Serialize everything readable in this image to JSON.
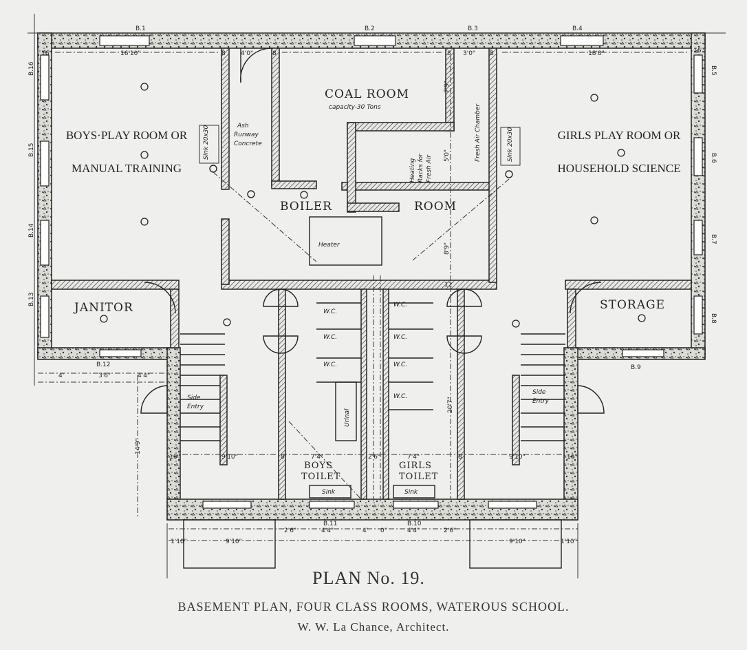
{
  "rooms": {
    "boys_play_1": "BOYS·PLAY ROOM OR",
    "boys_play_2": "MANUAL TRAINING",
    "coal_room": "COAL ROOM",
    "coal_capacity": "capacity-30 Tons",
    "ash_runway": [
      "Ash",
      "Runway",
      "Concrete"
    ],
    "boiler": "BOILER",
    "room": "ROOM",
    "heater": "Heater",
    "fresh_air": "Fresh Air Chamber",
    "heating_racks": [
      "Heating",
      "Racks for",
      "Fresh Air"
    ],
    "girls_play_1": "GIRLS PLAY ROOM OR",
    "girls_play_2": "HOUSEHOLD SCIENCE",
    "janitor": "JANITOR",
    "storage": "STORAGE",
    "side_entry": [
      "Side",
      "Entry"
    ],
    "boys_toilet": [
      "BOYS",
      "TOILET"
    ],
    "girls_toilet": [
      "GIRLS",
      "TOILET"
    ],
    "sink": "Sink",
    "sink_board": "Sink 20x30",
    "wc": "W.C.",
    "urinal": "Urinal"
  },
  "windows": [
    "B.1",
    "B.2",
    "B.3",
    "B.4",
    "B.5",
    "B.6",
    "B.7",
    "B.8",
    "B.9",
    "B.10",
    "B.11",
    "B.12",
    "B.13",
    "B.14",
    "B.15",
    "B.16"
  ],
  "dimensions": {
    "top_left": "16'10\"",
    "door": "4'0\"",
    "eight": "8",
    "sixteen": "16\"",
    "three": "3'0\"",
    "top_right": "18'8\"",
    "seven_nine": "7'9\"",
    "five_zero": "5'0\"",
    "eight_nine": "8'9\"",
    "twelve": "12",
    "left_4": "4'",
    "left_36": "3'6\"",
    "left_44": "4'4\"",
    "fourteen_nine": "14'9\"",
    "nine_ten": "9'10\"",
    "seven_four": "7'4\"",
    "two_six_chase": "2'6\"",
    "twenty_seven": "20'7\"",
    "two_six": "2'6\"",
    "four_four": "4'4\"",
    "four": "4'",
    "zero": "0\"",
    "one_ten": "1'10\""
  },
  "caption": {
    "plan_no": "PLAN No. 19.",
    "title": "BASEMENT PLAN, FOUR CLASS ROOMS, WATEROUS SCHOOL.",
    "architect": "W. W. La Chance, Architect."
  }
}
